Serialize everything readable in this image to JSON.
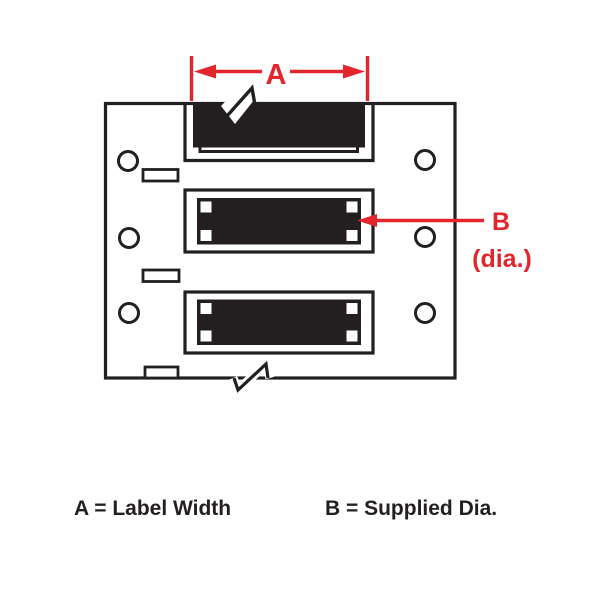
{
  "diagram": {
    "type": "product-spec-diagram",
    "dimension_a": {
      "label": "A"
    },
    "dimension_b": {
      "label": "B",
      "sublabel": "(dia.)"
    },
    "legend": {
      "a": "A = Label Width",
      "b": "B = Supplied Dia."
    },
    "colors": {
      "accent_red": "#e2262c",
      "ink_black": "#231f20",
      "background": "#ffffff"
    },
    "counts": {
      "sleeves": 3,
      "feed_holes": 6,
      "carrier_notches": 3
    }
  }
}
